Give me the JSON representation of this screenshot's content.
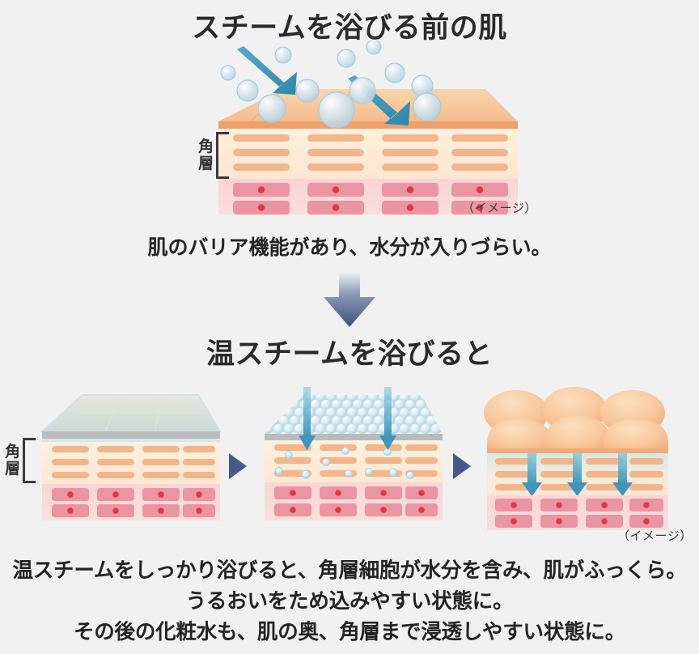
{
  "background_color": "#f1f1f1",
  "section_before": {
    "heading": "スチームを浴びる前の肌",
    "corneum_label": {
      "line1": "角",
      "line2": "層"
    },
    "image_note": "（イメージ）",
    "caption": "肌のバリア機能があり、水分が入りづらい。"
  },
  "transition": {
    "arrow_icon": "down-arrow-icon",
    "arrow_color_top": "#e8eaee",
    "arrow_color_bottom": "#44557f"
  },
  "section_after": {
    "heading": "温スチームを浴びると",
    "corneum_label": {
      "line1": "角",
      "line2": "層"
    },
    "image_note": "（イメージ）",
    "step_arrow_icon": "right-triangle-icon",
    "step_arrow_color": "#46598a",
    "captions": [
      "温スチームをしっかり浴びると、角層細胞が水分を含み、肌がふっくら。",
      "うるおいをため込みやすい状態に。",
      "その後の化粧水も、肌の奥、角層まで浸透しやすい状態に。"
    ]
  },
  "palette": {
    "skin_surface": "#f6c79b",
    "skin_surface_edge": "#ef9f6a",
    "corneum_bg": "#fdeed8",
    "corneum_bar": "#f3b68c",
    "dermis_bg": "#fbd9d6",
    "dermis_cell": "#eb94a2",
    "dermis_nucleus": "#dc3b46",
    "bubble": "#cfe3ee",
    "steam_arrow": "#3f95bb",
    "barrier_slab": "#d7dfd9",
    "plump_cell": "#f7c69a"
  }
}
